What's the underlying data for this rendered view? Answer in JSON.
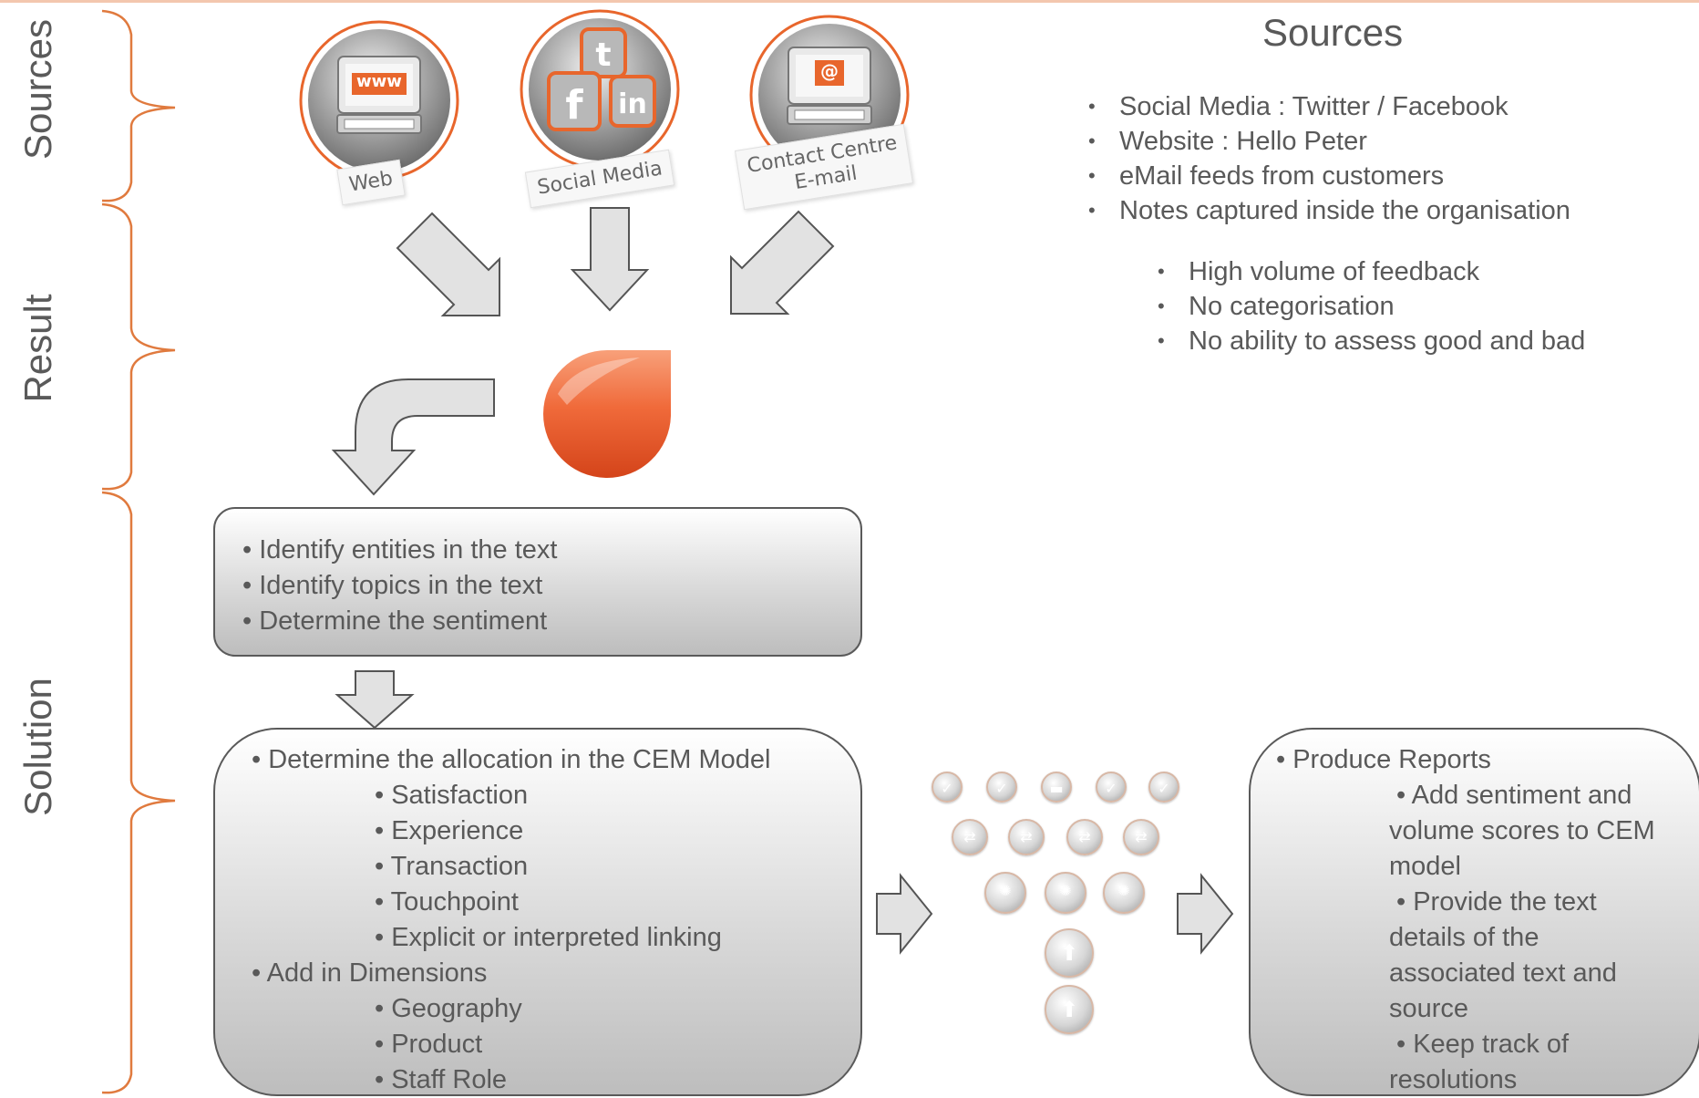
{
  "section_labels": [
    "Sources",
    "Result",
    "Solution"
  ],
  "sources": {
    "web_label": "Web",
    "web_screen_text": "www",
    "social_label": "Social Media",
    "email_label": "Contact Centre\nE-mail",
    "email_screen_text": "@"
  },
  "right_panel": {
    "title": "Sources",
    "bullets": [
      "Social Media : Twitter / Facebook",
      "Website : Hello Peter",
      "eMail feeds from customers",
      "Notes captured inside the organisation"
    ],
    "sub_bullets": [
      "High volume of feedback",
      "No categorisation",
      "No ability to assess good and bad"
    ]
  },
  "result_box": {
    "lines": [
      "• Identify entities in the text",
      "• Identify topics in the text",
      "• Determine the sentiment"
    ]
  },
  "solution_box": {
    "head1": "• Determine the allocation in the CEM Model",
    "sub1": [
      "• Satisfaction",
      "• Experience",
      "• Transaction",
      "• Touchpoint",
      "• Explicit or interpreted linking"
    ],
    "head2": "• Add in Dimensions",
    "sub2": [
      "• Geography",
      "• Product",
      "• Staff Role"
    ]
  },
  "reports_box": {
    "head": "• Produce Reports",
    "lines": [
      "• Add sentiment  and",
      "volume scores to CEM",
      "model",
      "• Provide the text",
      "details of the",
      "associated text and",
      "source",
      "• Keep track of",
      "resolutions"
    ]
  },
  "colors": {
    "accent_orange": "#e8662c",
    "brace": "#e07a3e",
    "text_gray": "#595959",
    "arrow_fill": "#d9d9d9"
  }
}
